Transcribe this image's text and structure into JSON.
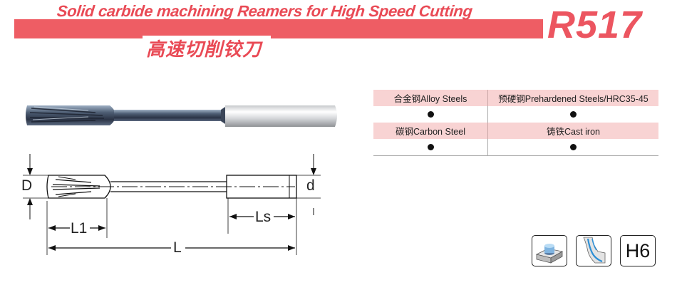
{
  "header": {
    "title_en": "Solid carbide machining Reamers for High Speed Cutting",
    "title_cn": "高速切削铰刀",
    "model_code": "R517",
    "band_color": "#ee5d64",
    "text_color": "#e94a55"
  },
  "drawing": {
    "labels": {
      "D": "D",
      "d": "d",
      "L1": "L1",
      "Ls": "Ls",
      "L": "L"
    }
  },
  "materials": {
    "header_color": "#f8d3d3",
    "rows": [
      {
        "left": "合金钢Alloy Steels",
        "right": "预硬钢Prehardened Steels/HRC35-45",
        "left_suitable": true,
        "right_suitable": true
      },
      {
        "left": "碳钢Carbon Steel",
        "right": "铸铁Cast iron",
        "left_suitable": true,
        "right_suitable": true
      }
    ]
  },
  "icons": [
    {
      "name": "through-hole-icon"
    },
    {
      "name": "internal-coolant-icon"
    },
    {
      "name": "tolerance-icon",
      "text": "H6"
    }
  ]
}
